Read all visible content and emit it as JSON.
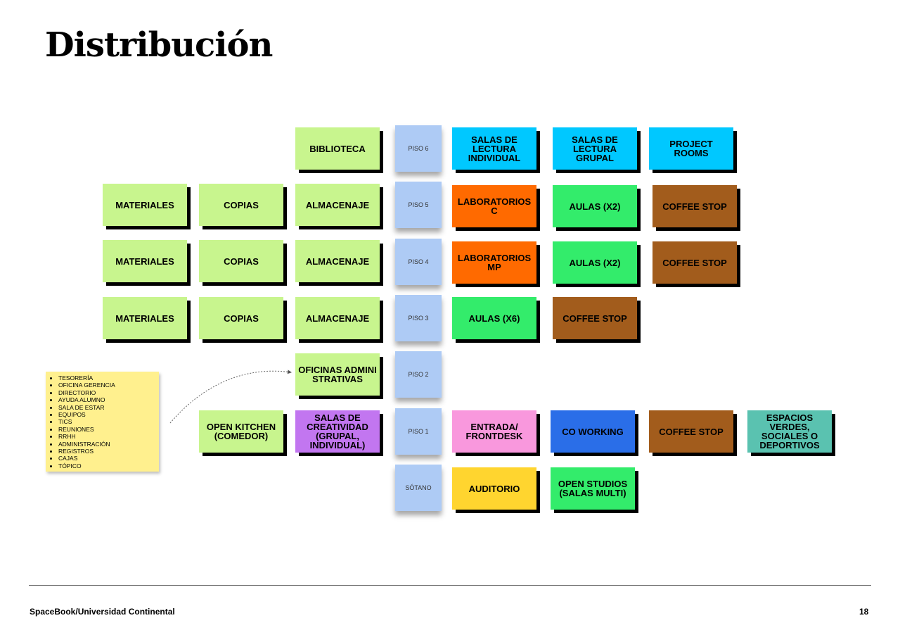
{
  "page": {
    "title": "Distribución",
    "footer": {
      "left": "SpaceBook/Universidad Continental",
      "page_number": "18"
    }
  },
  "colors": {
    "lime": "#c8f58e",
    "floor_blue": "#aecbf5",
    "cyan": "#00c8ff",
    "orange": "#ff6a00",
    "green": "#33ec6b",
    "brown": "#a25c1c",
    "purple": "#c276f0",
    "pink": "#f998dd",
    "blue": "#2a6ee8",
    "teal": "#5ac2b0",
    "yellow": "#ffd52f",
    "sticky_yellow": "#fff08e"
  },
  "diagram": {
    "floors": [
      "PISO 6",
      "PISO 5",
      "PISO 4",
      "PISO 3",
      "PISO 2",
      "PISO 1",
      "SÓTANO"
    ],
    "notes": {
      "biblioteca": "BIBLIOTECA",
      "materiales_5": "MATERIALES",
      "copias_5": "COPIAS",
      "almacenaje_5": "ALMACENAJE",
      "materiales_4": "MATERIALES",
      "copias_4": "COPIAS",
      "almacenaje_4": "ALMACENAJE",
      "materiales_3": "MATERIALES",
      "copias_3": "COPIAS",
      "almacenaje_3": "ALMACENAJE",
      "oficinas": "OFICINAS ADMINISTRATIVAS",
      "open_kitchen": "OPEN KITCHEN (COMEDOR)",
      "salas_creatividad": "SALAS DE CREATIVIDAD (GRUPAL, INDIVIDUAL)",
      "salas_lectura_individual": "SALAS DE LECTURA INDIVIDUAL",
      "salas_lectura_grupal": "SALAS DE LECTURA GRUPAL",
      "project_rooms": "PROJECT ROOMS",
      "laboratorios_c": "LABORATORIOS C",
      "aulas_x2_5": "AULAS (X2)",
      "coffee_stop_5": "COFFEE STOP",
      "laboratorios_mp": "LABORATORIOS MP",
      "aulas_x2_4": "AULAS (X2)",
      "coffee_stop_4": "COFFEE STOP",
      "aulas_x6": "AULAS (X6)",
      "coffee_stop_3": "COFFEE STOP",
      "entrada": "ENTRADA/ FRONTDESK",
      "co_working": "CO WORKING",
      "coffee_stop_1": "COFFEE STOP",
      "espacios_verdes": "ESPACIOS VERDES, SOCIALES O DEPORTIVOS",
      "auditorio": "AUDITORIO",
      "open_studios": "OPEN STUDIOS (SALAS MULTI)"
    },
    "admin_list": [
      "TESORERÍA",
      "OFICINA GERENCIA",
      "DIRECTORIO",
      "AYUDA ALUMNO",
      "SALA DE ESTAR",
      "EQUIPOS",
      "TICS",
      "REUNIONES",
      "RRHH",
      "ADMINISTRACIÓN",
      "REGISTROS",
      "CAJAS",
      "TÓPICO"
    ]
  }
}
